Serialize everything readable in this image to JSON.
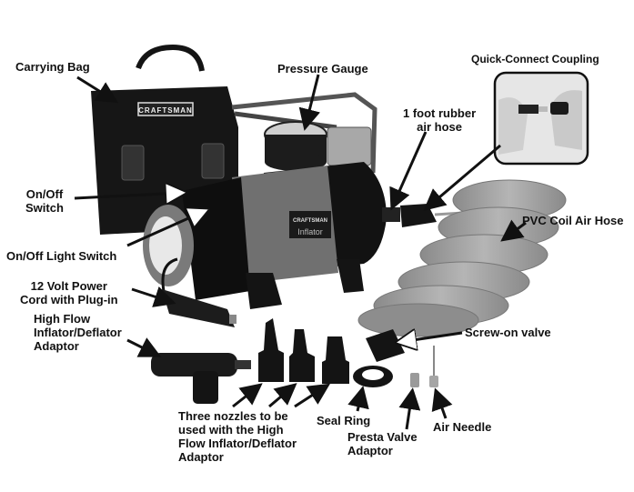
{
  "diagram": {
    "subject": "Craftsman 12 Volt Inflator kit",
    "brand_badge": "CRAFTSMAN",
    "product_label": "Inflator",
    "colors": {
      "background": "#ffffff",
      "text": "#111111",
      "body_gray": "#6e6e6e",
      "black_parts": "#141414",
      "hose_gray": "#9a9a9a"
    },
    "labels": {
      "carrying_bag": [
        "Carrying Bag"
      ],
      "pressure_gauge": [
        "Pressure Gauge"
      ],
      "quick_connect": [
        "Quick-Connect Coupling"
      ],
      "rubber_hose": [
        "1 foot rubber",
        "air hose"
      ],
      "on_off_switch": [
        "On/Off",
        "Switch"
      ],
      "pvc_hose": [
        "PVC Coil Air Hose"
      ],
      "light_switch": [
        "On/Off Light Switch"
      ],
      "power_cord": [
        "12 Volt Power",
        "Cord with Plug-in"
      ],
      "hf_adaptor": [
        "High Flow",
        "Inflator/Deflator",
        "Adaptor"
      ],
      "screw_valve": [
        "Screw-on valve"
      ],
      "nozzles": [
        "Three nozzles to be",
        "used with the High",
        "Flow Inflator/Deflator",
        "Adaptor"
      ],
      "seal_ring": [
        "Seal Ring"
      ],
      "presta": [
        "Presta Valve",
        "Adaptor"
      ],
      "air_needle": [
        "Air Needle"
      ]
    }
  }
}
